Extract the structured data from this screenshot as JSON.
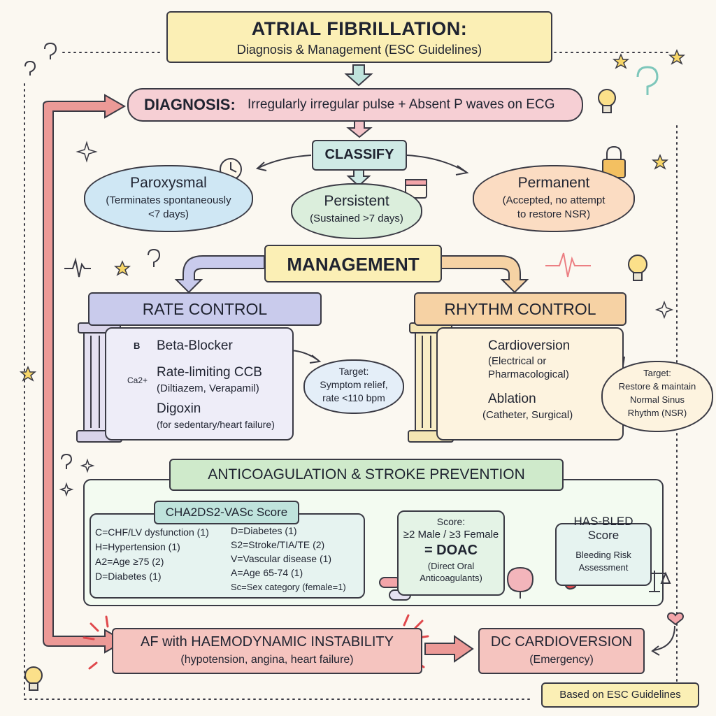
{
  "title": {
    "main": "ATRIAL FIBRILLATION:",
    "sub": "Diagnosis & Management (ESC Guidelines)"
  },
  "diagnosis": {
    "label": "DIAGNOSIS:",
    "text": "Irregularly irregular pulse + Absent P waves on ECG"
  },
  "classify": {
    "label": "CLASSIFY",
    "paroxysmal": {
      "title": "Paroxysmal",
      "line1": "(Terminates spontaneously",
      "line2": "<7 days)"
    },
    "persistent": {
      "title": "Persistent",
      "line1": "(Sustained >7 days)"
    },
    "permanent": {
      "title": "Permanent",
      "line1": "(Accepted, no attempt",
      "line2": "to restore NSR)"
    }
  },
  "management": {
    "label": "MANAGEMENT"
  },
  "rate_control": {
    "label": "RATE CONTROL",
    "items": [
      {
        "title": "Beta-Blocker",
        "sub": "",
        "icon_text": "B"
      },
      {
        "title": "Rate-limiting CCB",
        "sub": "(Diltiazem, Verapamil)",
        "icon_text": "Ca2+"
      },
      {
        "title": "Digoxin",
        "sub": "(for sedentary/heart failure)",
        "icon_text": ""
      }
    ],
    "target": {
      "label": "Target:",
      "line1": "Symptom relief,",
      "line2": "rate <110 bpm"
    }
  },
  "rhythm_control": {
    "label": "RHYTHM CONTROL",
    "items": [
      {
        "title": "Cardioversion",
        "sub1": "(Electrical or",
        "sub2": "Pharmacological)"
      },
      {
        "title": "Ablation",
        "sub1": "(Catheter, Surgical)",
        "sub2": ""
      }
    ],
    "target": {
      "label": "Target:",
      "line1": "Restore & maintain",
      "line2": "Normal Sinus",
      "line3": "Rhythm (NSR)"
    }
  },
  "anticoagulation": {
    "label": "ANTICOAGULATION & STROKE PREVENTION",
    "score_title": "CHA2DS2-VASc Score",
    "left_col": [
      "C=CHF/LV dysfunction (1)",
      "H=Hypertension (1)",
      "A2=Age ≥75 (2)",
      "D=Diabetes (1)"
    ],
    "right_col": [
      "D=Diabetes (1)",
      "S2=Stroke/TIA/TE (2)",
      "V=Vascular disease (1)",
      "A=Age 65-74 (1)",
      "Sc=Sex category (female=1)"
    ],
    "doac": {
      "line1": "Score:",
      "line2": "≥2 Male / ≥3 Female",
      "line3": "= DOAC",
      "line4": "(Direct Oral",
      "line5": "Anticoagulants)"
    },
    "hasbled": {
      "title1": "HAS-BLED",
      "title2": "Score",
      "line1": "Bleeding Risk",
      "line2": "Assessment"
    }
  },
  "emergency": {
    "af_title": "AF with HAEMODYNAMIC INSTABILITY",
    "af_sub": "(hypotension, angina, heart failure)",
    "dc_title": "DC CARDIOVERSION",
    "dc_sub": "(Emergency)"
  },
  "footer": "Based on ESC Guidelines",
  "icons": [
    "heart-icon",
    "ecg-wave-icon",
    "lightbulb-icon",
    "question-icon",
    "star-icon",
    "clock-icon",
    "calendar-icon",
    "padlock-icon",
    "pill-bottle-icon",
    "person-icon",
    "pillar-icon",
    "broken-heart-icon",
    "catheter-icon",
    "pills-icon",
    "brain-icon",
    "blood-drop-icon",
    "scales-icon"
  ],
  "colors": {
    "title_bg": "#fbefb5",
    "diagnosis_bg": "#f6cfd4",
    "classify_bg": "#cfeae5",
    "rate_bg": "#c9cbec",
    "rhythm_bg": "#f6d2a4",
    "anticoag_bg": "#cfeacb",
    "emergency_bg": "#f5c4bf",
    "arrow_red": "#ec9a97"
  }
}
